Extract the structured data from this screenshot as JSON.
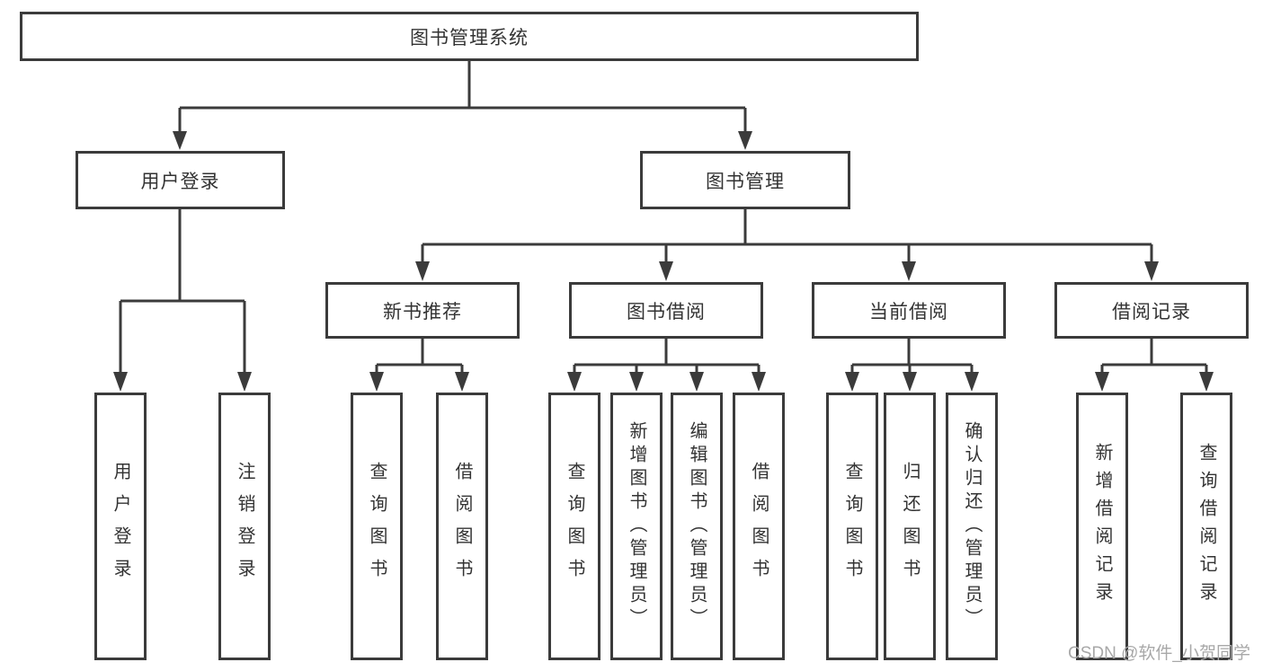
{
  "tree": {
    "root": {
      "label": "图书管理系统",
      "children": [
        {
          "label": "用户登录",
          "children": [
            {
              "label": "用户登录"
            },
            {
              "label": "注销登录"
            }
          ]
        },
        {
          "label": "图书管理",
          "children": [
            {
              "label": "新书推荐",
              "children": [
                {
                  "label": "查询图书"
                },
                {
                  "label": "借阅图书"
                }
              ]
            },
            {
              "label": "图书借阅",
              "children": [
                {
                  "label": "查询图书"
                },
                {
                  "label": "新增图书（管理员）"
                },
                {
                  "label": "编辑图书（管理员）"
                },
                {
                  "label": "借阅图书"
                }
              ]
            },
            {
              "label": "当前借阅",
              "children": [
                {
                  "label": "查询图书"
                },
                {
                  "label": "归还图书"
                },
                {
                  "label": "确认归还（管理员）"
                }
              ]
            },
            {
              "label": "借阅记录",
              "children": [
                {
                  "label": "新增借阅记录"
                },
                {
                  "label": "查询借阅记录"
                }
              ]
            }
          ]
        }
      ]
    }
  },
  "watermark": {
    "text": "CSDN @软件_小贺同学"
  },
  "colors": {
    "line": "#3b3b3b",
    "text": "#333333",
    "watermark": "#a8a8a8",
    "background": "#ffffff"
  }
}
